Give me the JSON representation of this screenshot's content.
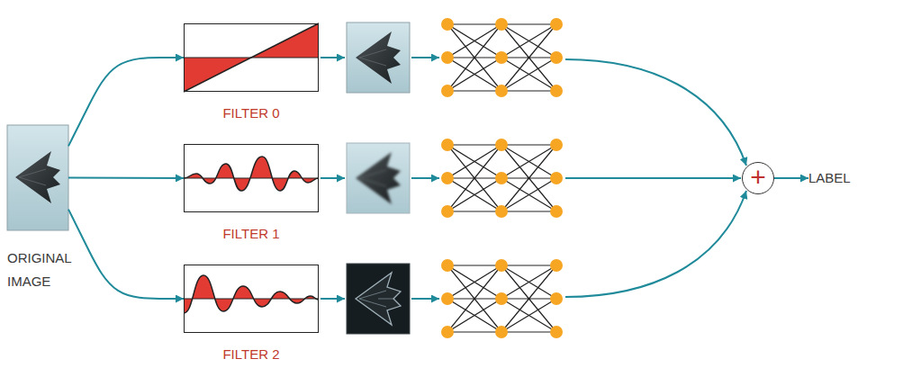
{
  "diagram": {
    "nodes": [
      {
        "text": [
          "ORIGINAL IMAGE"
        ]
      },
      {
        "text": [
          "FILTER 0"
        ]
      },
      {
        "text": [
          "FILTER 1"
        ]
      },
      {
        "text": [
          "FILTER 2"
        ]
      },
      {
        "text": [
          "+"
        ]
      },
      {
        "text": [
          "LABEL"
        ]
      }
    ],
    "edges": [
      {
        "from": 0,
        "to": 1,
        "arrow": "to"
      },
      {
        "from": 0,
        "to": 2,
        "arrow": "to"
      },
      {
        "from": 0,
        "to": 3,
        "arrow": "to"
      },
      {
        "from": 4,
        "to": 5,
        "arrow": "to"
      }
    ]
  }
}
